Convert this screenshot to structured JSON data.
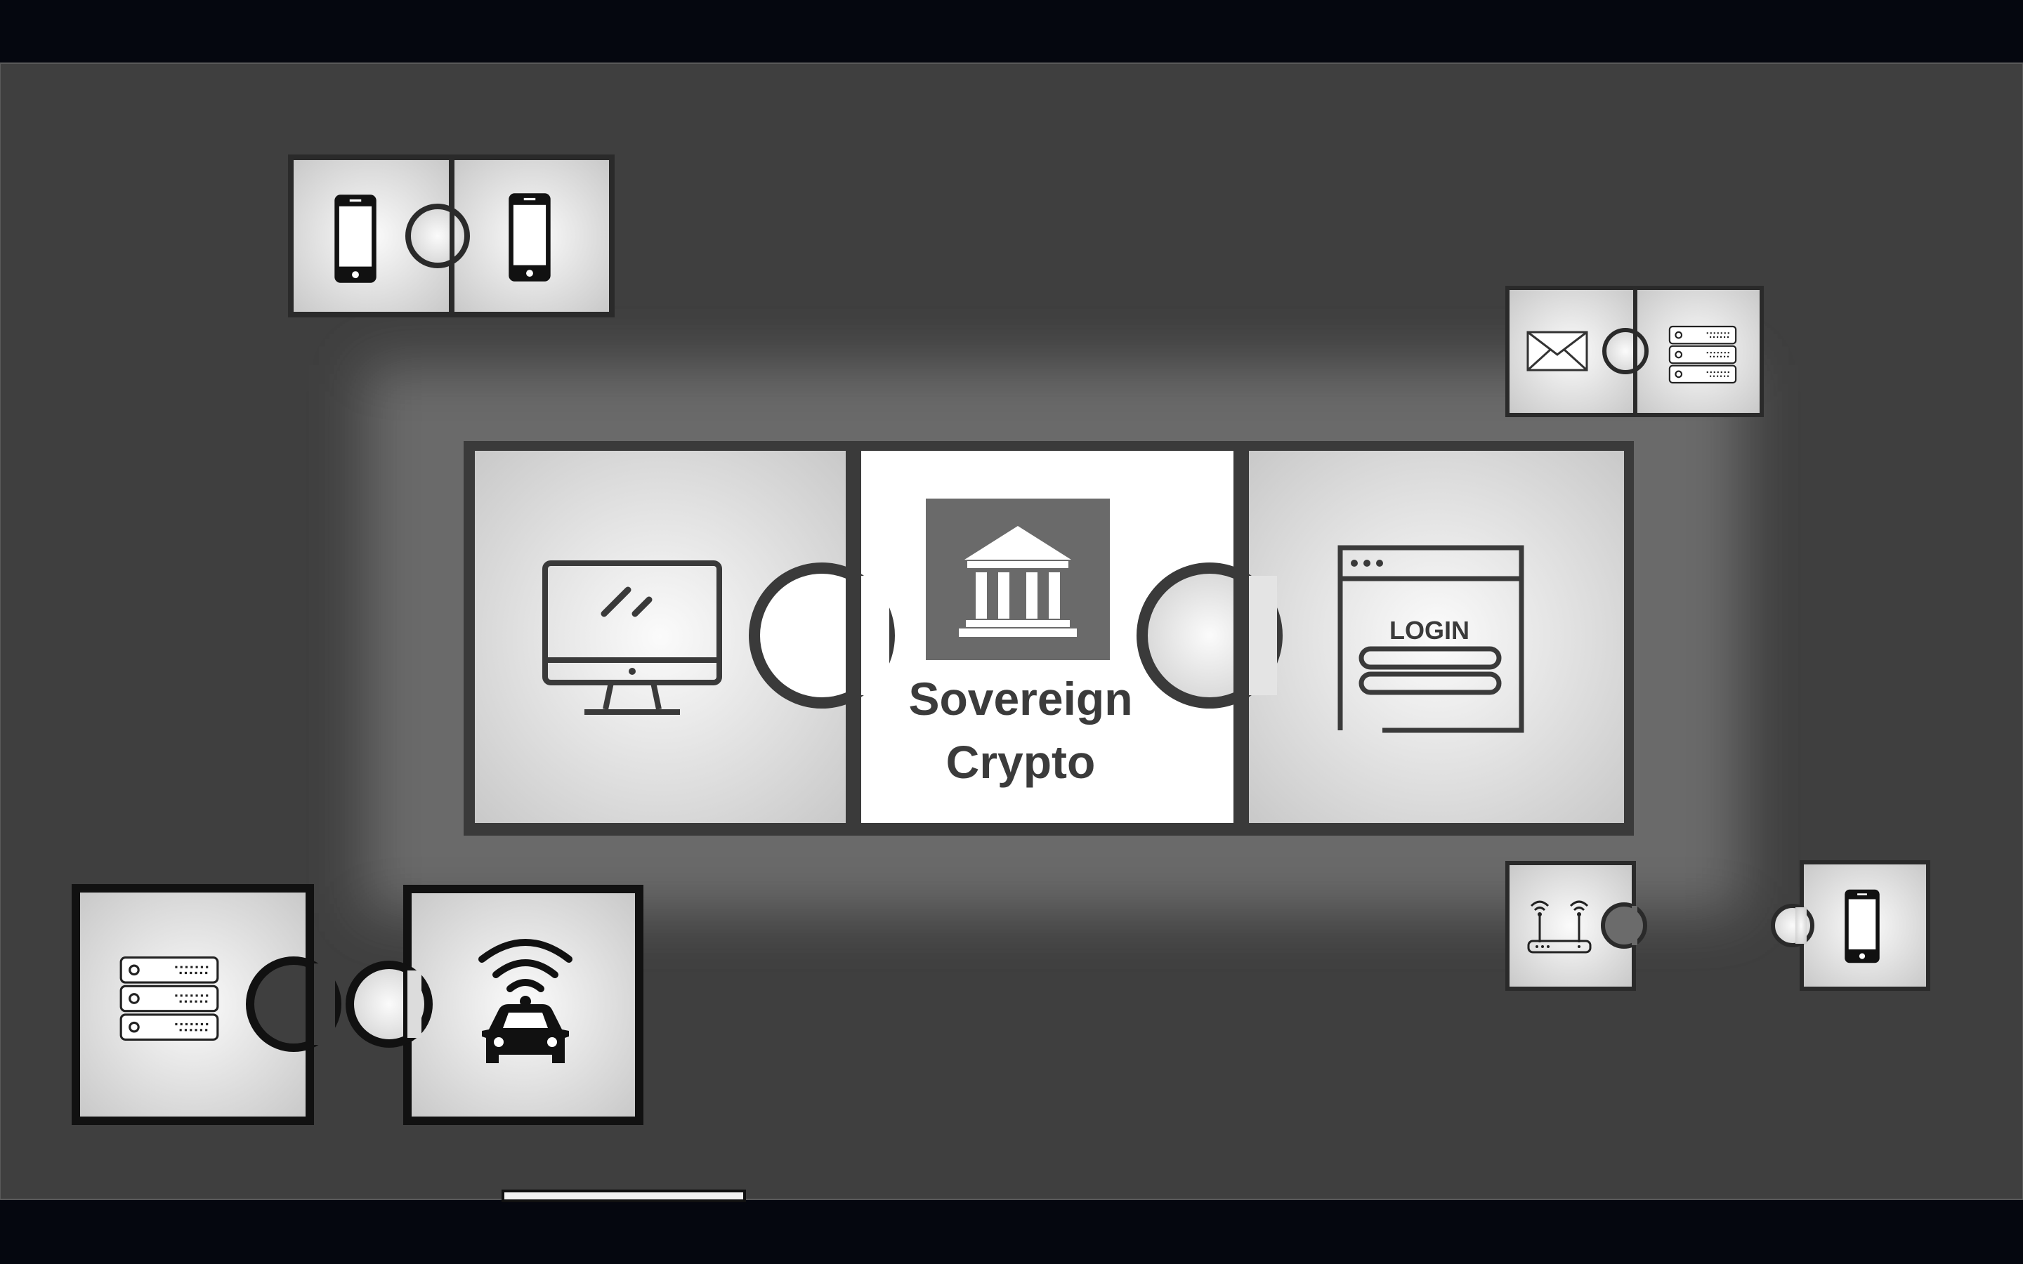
{
  "title": {
    "line1": "Sovereign",
    "line2": "Crypto"
  },
  "login_label": "LOGIN",
  "colors": {
    "letterbox": "#05070f",
    "stage_bg": "#3f3f3f",
    "glow": "#6b6b6b",
    "piece_fill": "#e2e2e2",
    "center_fill": "#ffffff",
    "bank_tile": "#6a6a6a",
    "outline": "#2f2f2f",
    "text": "#3b3b3b"
  },
  "pieces": {
    "phone_pair": [
      "smartphone-icon",
      "smartphone-icon"
    ],
    "mail_server": [
      "envelope-icon",
      "server-icon"
    ],
    "center_row": [
      "desktop-monitor-icon",
      "bank-icon",
      "login-window-icon"
    ],
    "router": "wifi-router-icon",
    "lone_phone": "smartphone-icon",
    "server_single": "server-icon",
    "connected_car": "connected-car-icon"
  }
}
